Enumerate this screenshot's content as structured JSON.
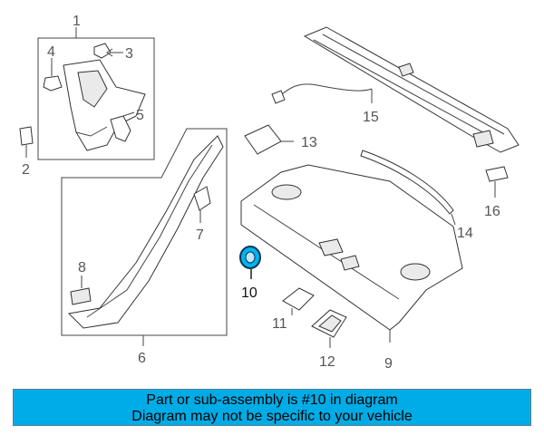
{
  "colors": {
    "banner_bg": "#00ace6",
    "highlight_part": "#00b4ef",
    "line": "#444444"
  },
  "callouts": {
    "n1": "1",
    "n2": "2",
    "n3": "3",
    "n4": "4",
    "n5": "5",
    "n6": "6",
    "n7": "7",
    "n8": "8",
    "n9": "9",
    "n10": "10",
    "n11": "11",
    "n12": "12",
    "n13": "13",
    "n14": "14",
    "n15": "15",
    "n16": "16"
  },
  "banner": {
    "line1": "Part or sub-assembly is #10 in diagram",
    "line2": "Diagram may not be specific to your vehicle"
  }
}
